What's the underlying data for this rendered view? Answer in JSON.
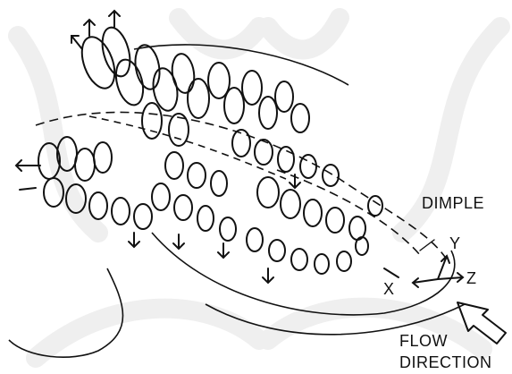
{
  "labels": {
    "dimple": "DIMPLE",
    "axis_y": "Y",
    "axis_z": "Z",
    "axis_x": "X",
    "flow_line1": "FLOW",
    "flow_line2": "DIRECTION"
  },
  "colors": {
    "ink": "#111111",
    "watermark": "#efefef",
    "background": "#ffffff"
  }
}
